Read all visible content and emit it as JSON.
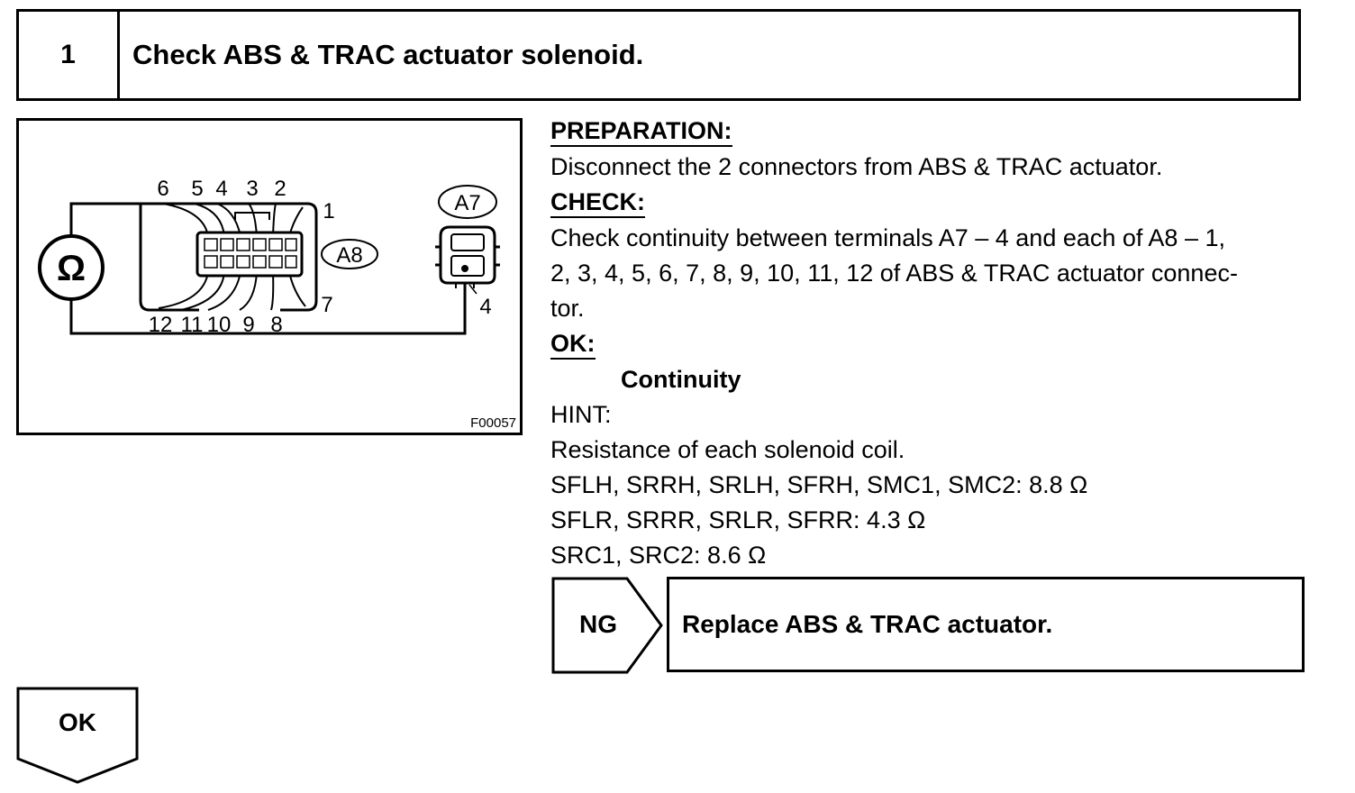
{
  "step": {
    "number": "1",
    "title": "Check ABS & TRAC actuator solenoid."
  },
  "diagram": {
    "ohm_symbol": "Ω",
    "connector_a8_label": "A8",
    "connector_a7_label": "A7",
    "figure_code": "F00057",
    "top_pins": [
      "6",
      "5",
      "4",
      "3",
      "2"
    ],
    "pin_1": "1",
    "pin_7": "7",
    "bottom_pins": [
      "12",
      "11",
      "10",
      "9",
      "8"
    ],
    "a7_pin": "4"
  },
  "content": {
    "preparation_heading": "PREPARATION:",
    "preparation_text": "Disconnect the 2 connectors from ABS & TRAC actuator.",
    "check_heading": "CHECK:",
    "check_line1": "Check continuity between terminals A7 – 4 and each of A8 – 1,",
    "check_line2": "2, 3, 4, 5, 6, 7, 8, 9, 10, 11, 12 of ABS & TRAC actuator connec-",
    "check_line3": "tor.",
    "ok_heading": "OK:",
    "ok_value": "Continuity",
    "hint_label": "HINT:",
    "hint_line1": "Resistance of each solenoid coil.",
    "hint_line2": "SFLH, SRRH, SRLH, SFRH, SMC1, SMC2: 8.8 Ω",
    "hint_line3": "SFLR, SRRR, SRLR, SFRR: 4.3 Ω",
    "hint_line4": "SRC1, SRC2: 8.6 Ω"
  },
  "ng": {
    "label": "NG",
    "action": "Replace ABS & TRAC actuator."
  },
  "ok_flow": {
    "label": "OK"
  }
}
